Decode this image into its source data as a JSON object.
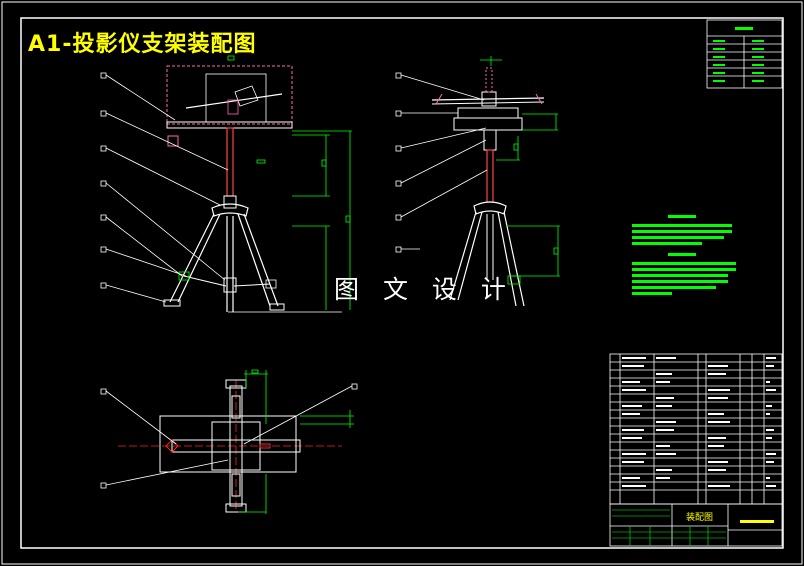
{
  "drawing": {
    "title": "A1-投影仪支架装配图",
    "watermark": "图 文 设 计",
    "title_block_name": "装配图"
  },
  "colors": {
    "background": "#000000",
    "outline": "#ffffff",
    "title": "#ffff00",
    "geometry": "#ffffff",
    "leader": "#ffffff",
    "dimension": "#00ff00",
    "part_highlight": "#ff69b4",
    "tube": "#ff4444",
    "centerline": "#ff2222",
    "text_green": "#00ff00",
    "callout_box": "#ffffff"
  },
  "views": [
    "front-view",
    "side-view",
    "top-view"
  ]
}
